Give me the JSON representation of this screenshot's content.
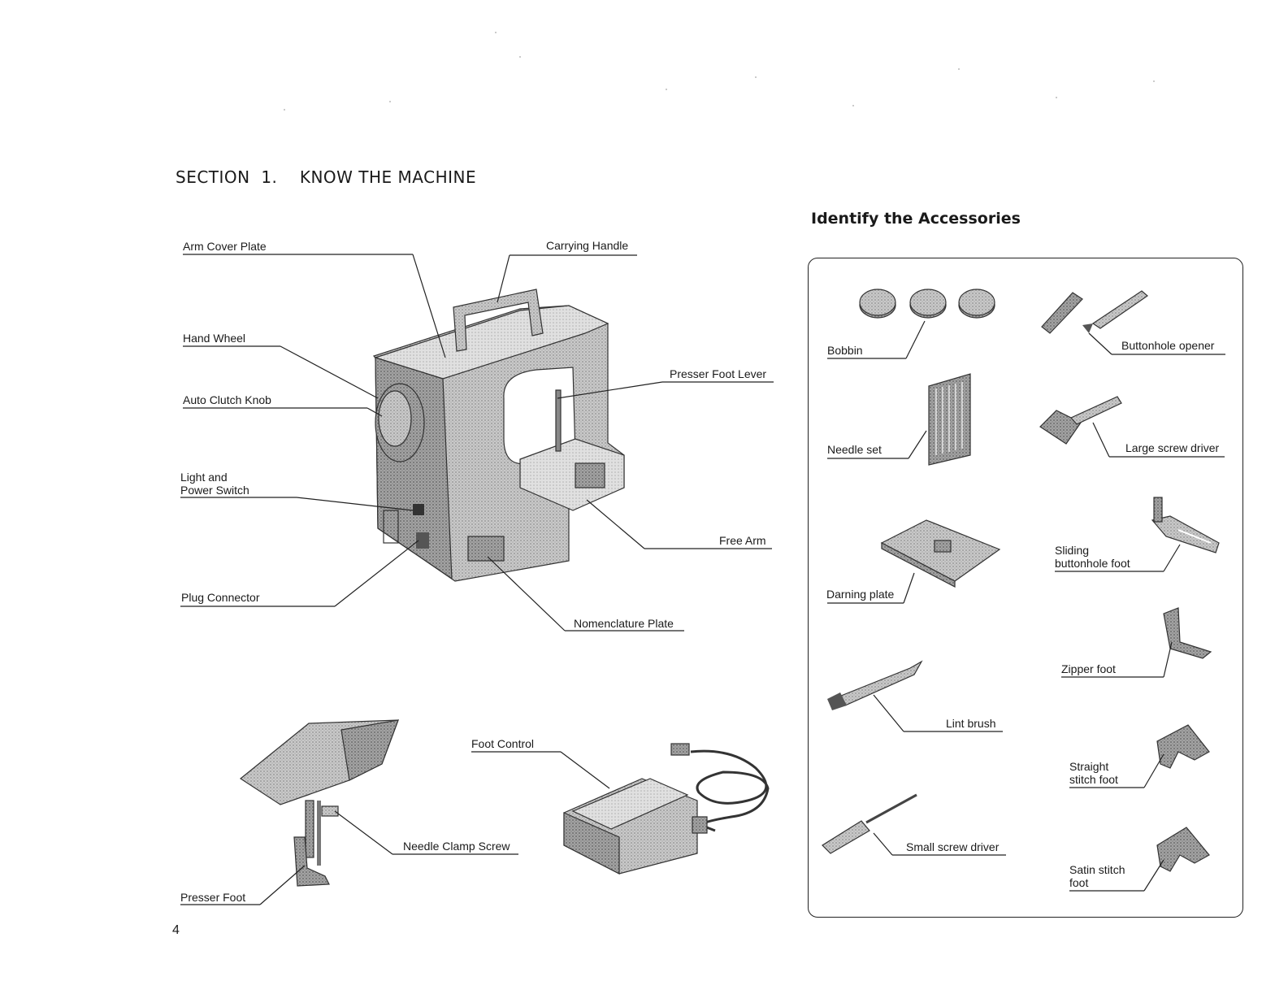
{
  "section_title": "SECTION  1.    KNOW THE MACHINE",
  "accessories_title": "Identify the Accessories",
  "machine_labels": {
    "arm_cover_plate": "Arm Cover Plate",
    "carrying_handle": "Carrying Handle",
    "hand_wheel": "Hand Wheel",
    "auto_clutch_knob": "Auto Clutch Knob",
    "light_power_1": "Light and",
    "light_power_2": "Power Switch",
    "plug_connector": "Plug Connector",
    "presser_foot_lever": "Presser Foot Lever",
    "free_arm": "Free Arm",
    "nomenclature_plate": "Nomenclature Plate",
    "foot_control": "Foot Control",
    "needle_clamp_screw": "Needle Clamp Screw",
    "presser_foot": "Presser Foot"
  },
  "accessory_labels": {
    "bobbin": "Bobbin",
    "buttonhole_opener": "Buttonhole opener",
    "needle_set": "Needle set",
    "large_screw_driver": "Large screw driver",
    "darning_plate": "Darning plate",
    "sliding_1": "Sliding",
    "sliding_2": "buttonhole foot",
    "zipper_foot": "Zipper foot",
    "lint_brush": "Lint brush",
    "straight_1": "Straight",
    "straight_2": "stitch foot",
    "small_screw_driver": "Small screw driver",
    "satin_1": "Satin stitch",
    "satin_2": "foot"
  },
  "page_number": "4",
  "colors": {
    "ink": "#1a1a1a",
    "halftone": "#b8b8b8",
    "halftone_dark": "#8a8a8a"
  }
}
